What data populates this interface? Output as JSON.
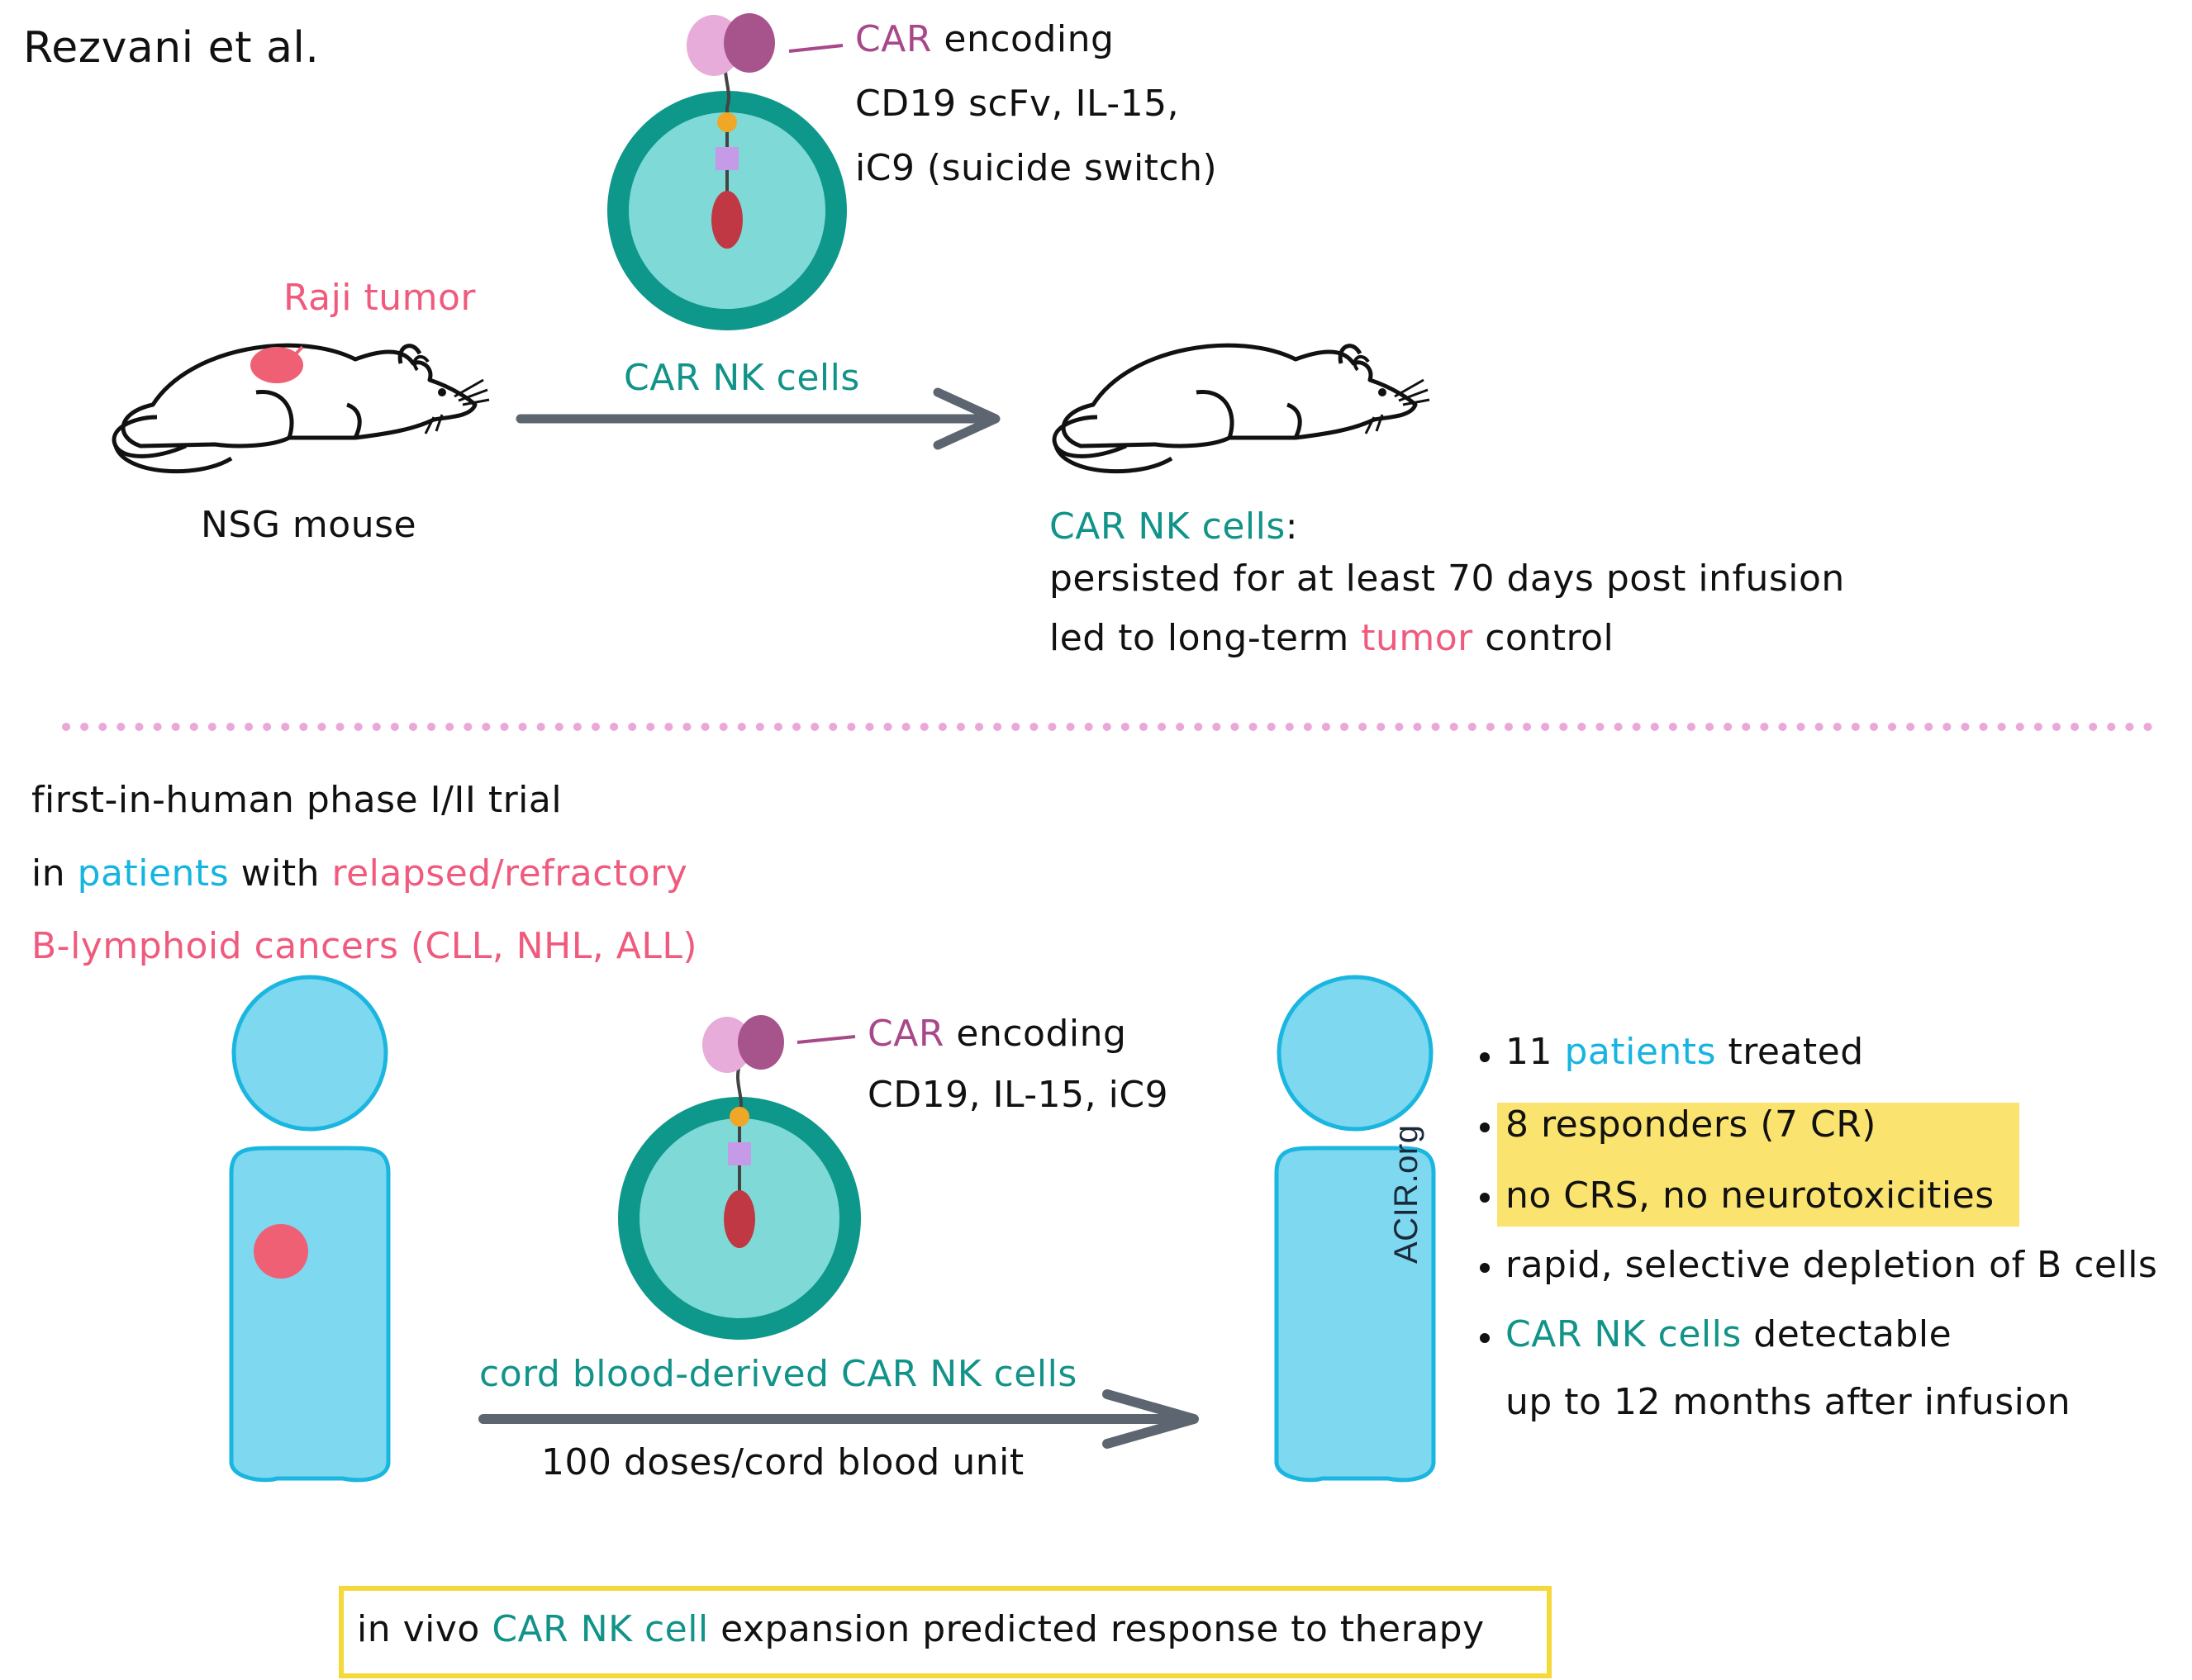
{
  "header": {
    "title": "Rezvani et al."
  },
  "colors": {
    "teal": "#12938a",
    "pink": "#ef5a7d",
    "blue": "#16b4e0",
    "purple": "#a8488a",
    "highlight": "#fae36e",
    "arrow": "#5d6670",
    "body": "#7dd8f0"
  },
  "mouse_panel": {
    "car_label": "CAR",
    "car_rest": "encoding",
    "car_line2": "CD19 scFv, IL-15,",
    "car_line3": "iC9 (suicide switch)",
    "tumor_label": "Raji tumor",
    "arrow_label": "CAR NK cells",
    "mouse_label": "NSG mouse",
    "result_head": "CAR NK cells",
    "result_colon": ":",
    "result_line1": "persisted for at least  70 days post infusion",
    "result_line2_a": "led to long-term ",
    "result_line2_b": "tumor",
    "result_line2_c": " control"
  },
  "trial": {
    "line1": "first-in-human phase I/II trial",
    "line2_a": "in ",
    "line2_b": "patients",
    "line2_c": " with ",
    "line2_d": "relapsed/refractory",
    "line3": "B-lymphoid cancers (CLL, NHL, ALL)"
  },
  "human_panel": {
    "car_label": "CAR",
    "car_rest": "encoding",
    "car_line2": "CD19, IL-15, iC9",
    "arrow_label": "cord blood-derived CAR NK cells",
    "arrow_sub": "100 doses/cord blood unit",
    "watermark": "ACIR.org"
  },
  "results": {
    "b1_a": "11 ",
    "b1_b": "patients",
    "b1_c": " treated",
    "b2": "8 responders (7 CR)",
    "b3": "no CRS, no neurotoxicities",
    "b4": "rapid, selective depletion of B cells",
    "b5_a": "CAR NK cells",
    "b5_b": " detectable",
    "b5_line2": "up to 12 months after infusion"
  },
  "footer": {
    "a": "in vivo ",
    "b": "CAR NK cell",
    "c": " expansion predicted response to therapy"
  }
}
